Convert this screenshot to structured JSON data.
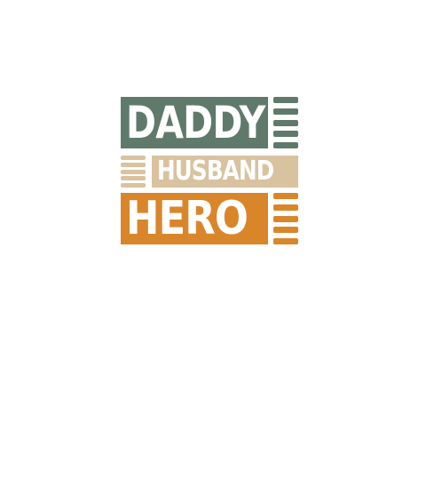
{
  "design": {
    "lines": [
      {
        "text": "DADDY",
        "color": "#5f7a6b"
      },
      {
        "text": "HUSBAND",
        "color": "#d8c29f"
      },
      {
        "text": "HERO",
        "color": "#d9862b"
      }
    ]
  }
}
